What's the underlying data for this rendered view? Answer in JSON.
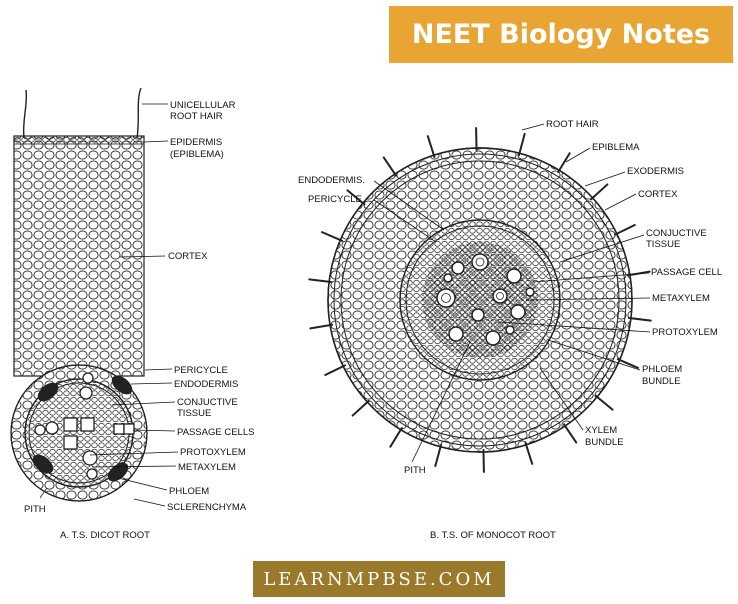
{
  "banner": {
    "text": "NEET Biology Notes",
    "bg": "#e8a534"
  },
  "footer": {
    "text": "LEARNMPBSE.COM",
    "bg": "#9a7a2a"
  },
  "dicot": {
    "caption": "A. T.S. DICOT ROOT",
    "labels": {
      "root_hair_1": "UNICELLULAR",
      "root_hair_2": "ROOT HAIR",
      "epidermis_1": "EPIDERMIS",
      "epidermis_2": "(EPIBLEMA)",
      "cortex": "CORTEX",
      "pericycle": "PERICYCLE",
      "endodermis": "ENDODERMIS",
      "conj_1": "CONJUCTIVE",
      "conj_2": "TISSUE",
      "passage": "PASSAGE CELLS",
      "protoxylem": "PROTOXYLEM",
      "metaxylem": "METAXYLEM",
      "phloem": "PHLOEM",
      "scler": "SCLERENCHYMA",
      "pith": "PITH"
    }
  },
  "monocot": {
    "caption": "B.   T.S. OF MONOCOT ROOT",
    "labels": {
      "root_hair": "ROOT HAIR",
      "epiblema": "EPIBLEMA",
      "exodermis": "EXODERMIS",
      "cortex": "CORTEX",
      "conj_1": "CONJUCTIVE",
      "conj_2": "TISSUE",
      "passage": "PASSAGE CELL",
      "metaxylem": "METAXYLEM",
      "protoxylem": "PROTOXYLEM",
      "phloem_1": "PHLOEM",
      "phloem_2": "BUNDLE",
      "xylem_1": "XYLEM",
      "xylem_2": "BUNDLE",
      "pith": "PITH",
      "endodermis": "ENDODERMIS.",
      "pericycle": "PERICYCLE"
    }
  }
}
